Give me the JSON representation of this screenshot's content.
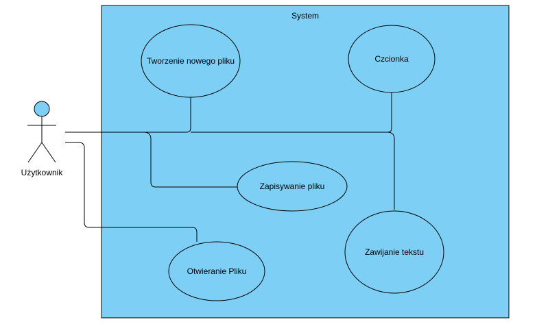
{
  "system": {
    "title": "System",
    "fill_color": "#7ecff6",
    "border_color": "#000000"
  },
  "actor": {
    "label": "Użytkownik",
    "head_color": "#7ecff6",
    "icon": "stick-figure-icon"
  },
  "use_cases": [
    {
      "label": "Tworzenie nowego pliku"
    },
    {
      "label": "Czcionka"
    },
    {
      "label": "Zapisywanie pliku"
    },
    {
      "label": "Zawijanie tekstu"
    },
    {
      "label": "Otwieranie Pliku"
    }
  ]
}
